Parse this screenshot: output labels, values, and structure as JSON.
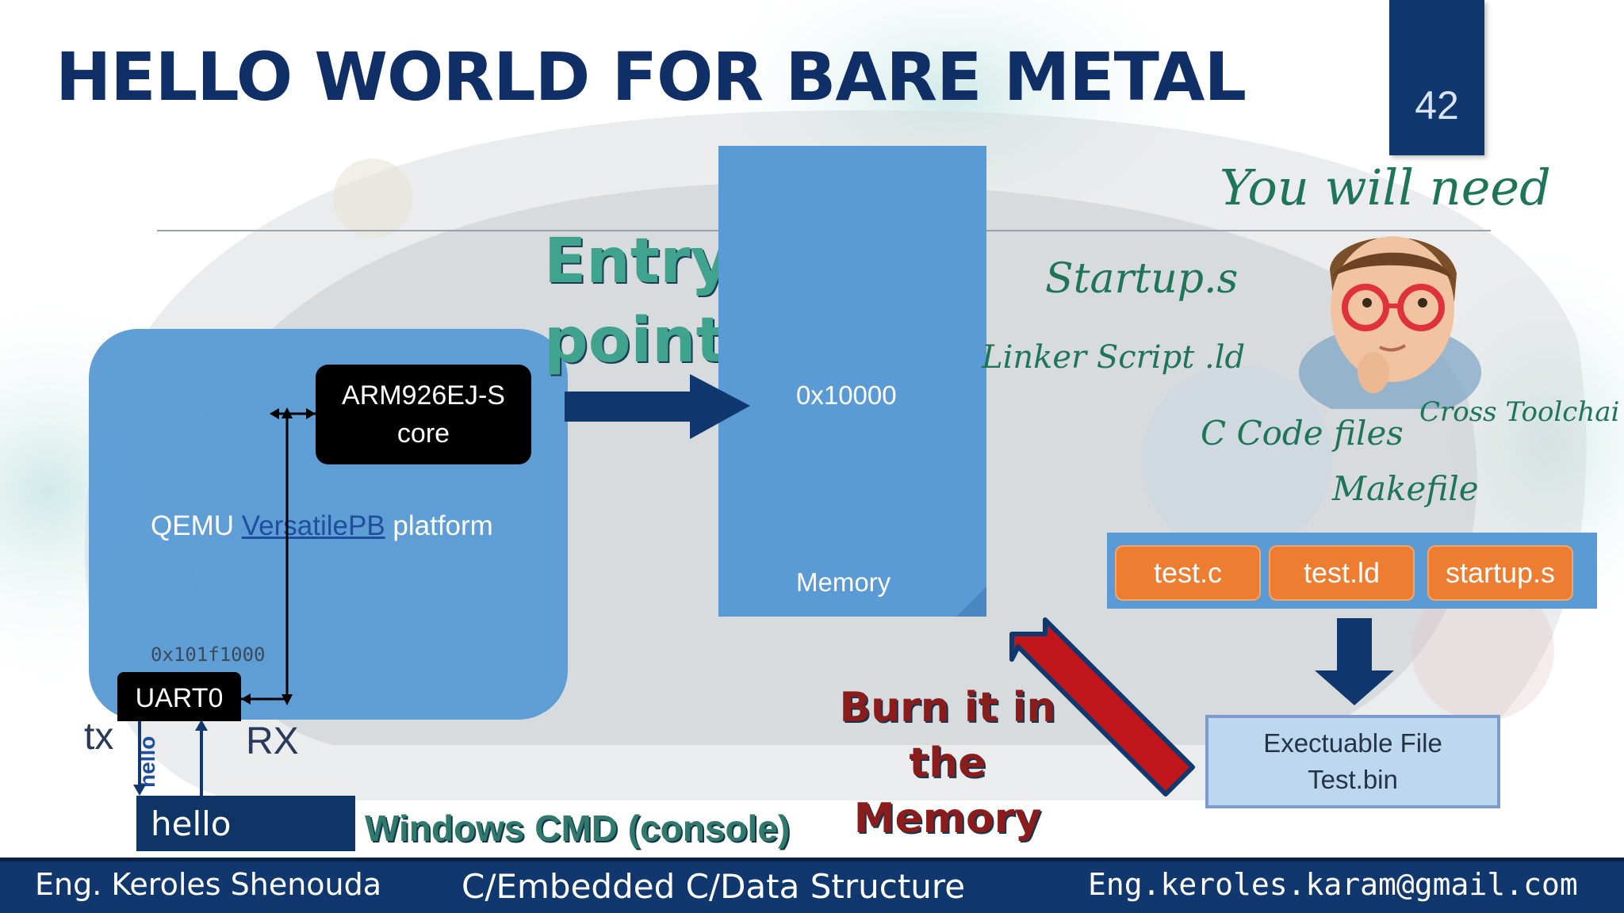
{
  "slide": {
    "title": "HELLO WORLD FOR BARE METAL",
    "page_number": "42"
  },
  "platform": {
    "label_prefix": "QEMU ",
    "label_link": "VersatilePB",
    "label_suffix": " platform",
    "core_line1": "ARM926EJ-S",
    "core_line2": "core",
    "uart_address": "0x101f1000",
    "uart_label": "UART0",
    "tx_label": "tx",
    "rx_label": "RX",
    "hello_vertical": "hello"
  },
  "console": {
    "output": "hello",
    "label": "Windows CMD (console)"
  },
  "entry": {
    "line1": "Entry",
    "line2": "point"
  },
  "memory": {
    "address": "0x10000",
    "label": "Memory"
  },
  "needs": {
    "heading": "You will need",
    "items": [
      "Startup.s",
      "Linker Script .ld",
      "C Code files",
      "Cross Toolchai",
      "Makefile"
    ]
  },
  "files": [
    "test.c",
    "test.ld",
    "startup.s"
  ],
  "executable": {
    "line1": "Exectuable File",
    "line2": "Test.bin"
  },
  "burn": {
    "line1": "Burn it in",
    "line2": "the Memory"
  },
  "footer": {
    "author": "Eng. Keroles Shenouda",
    "course": "C/Embedded C/Data Structure",
    "email": "Eng.keroles.karam@gmail.com"
  },
  "colors": {
    "title": "#0f2f66",
    "block_blue": "#5b9bd5",
    "footer_navy": "#10386e",
    "file_orange": "#ed7d31",
    "handwriting_green": "#1e7557",
    "burn_red": "#8b1c1c"
  }
}
